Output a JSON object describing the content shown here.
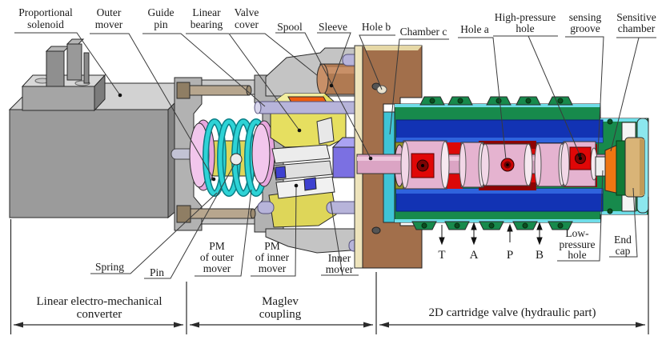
{
  "figure": {
    "top_labels": {
      "proportional_solenoid": {
        "l1": "Proportional",
        "l2": "solenoid"
      },
      "outer_mover": {
        "l1": "Outer",
        "l2": "mover"
      },
      "guide_pin": {
        "l1": "Guide",
        "l2": "pin"
      },
      "linear_bearing": {
        "l1": "Linear",
        "l2": "bearing"
      },
      "valve_cover": {
        "l1": "Valve",
        "l2": "cover"
      },
      "spool": "Spool",
      "sleeve": "Sleeve",
      "hole_b": "Hole b",
      "chamber_c": "Chamber c",
      "hole_a": "Hole a",
      "high_pressure_hole": {
        "l1": "High-pressure",
        "l2": "hole"
      },
      "sensing_groove": {
        "l1": "sensing",
        "l2": "groove"
      },
      "sensitive_chamber": {
        "l1": "Sensitive",
        "l2": "chamber"
      }
    },
    "bottom_labels": {
      "spring": "Spring",
      "pin": "Pin",
      "pm_of_outer_mover": {
        "l1": "PM",
        "l2": "of outer",
        "l3": "mover"
      },
      "pm_of_inner_mover": {
        "l1": "PM",
        "l2": "of inner",
        "l3": "mover"
      },
      "inner_mover": {
        "l1": "Inner",
        "l2": "mover"
      },
      "low_pressure_hole": {
        "l1": "Low-",
        "l2": "pressure",
        "l3": "hole"
      },
      "end_cap": {
        "l1": "End",
        "l2": "cap"
      }
    },
    "ports": {
      "t": {
        "label": "T",
        "dir": "down"
      },
      "a": {
        "label": "A",
        "dir": "both"
      },
      "p": {
        "label": "P",
        "dir": "up"
      },
      "b": {
        "label": "B",
        "dir": "both"
      }
    },
    "sections": {
      "converter": {
        "l1": "Linear electro-mechanical",
        "l2": "converter"
      },
      "coupling": {
        "l1": "Maglev",
        "l2": "coupling"
      },
      "valve": {
        "label": "2D cartridge valve (hydraulic part)"
      }
    },
    "colors": {
      "body_gray": "#9b9b9b",
      "frame_gray": "#b2b2b2",
      "cover_gray": "#c4c4c4",
      "bolt_tan": "#b7a68e",
      "rod_lavender": "#b7b4da",
      "pm_pink": "#e7a6de",
      "spring_cyan": "#2dd3d6",
      "mover_yellow": "#e6df60",
      "bearing_orange": "#ef5c0e",
      "coupling_purple": "#7b70e2",
      "flange_brown": "#a26f4b",
      "flange_cream": "#eee4bc",
      "valve_green": "#178a4c",
      "cut_cyan": "#3fc4d6",
      "sleeve_blue": "#1233b4",
      "spool_pink": "#e5b3d0",
      "chamber_red": "#dc0808",
      "dark_red": "#8e0404",
      "end_cap_tan": "#d9b477",
      "oring_green": "#0c4f22",
      "line_black": "#2a2a2a"
    }
  }
}
